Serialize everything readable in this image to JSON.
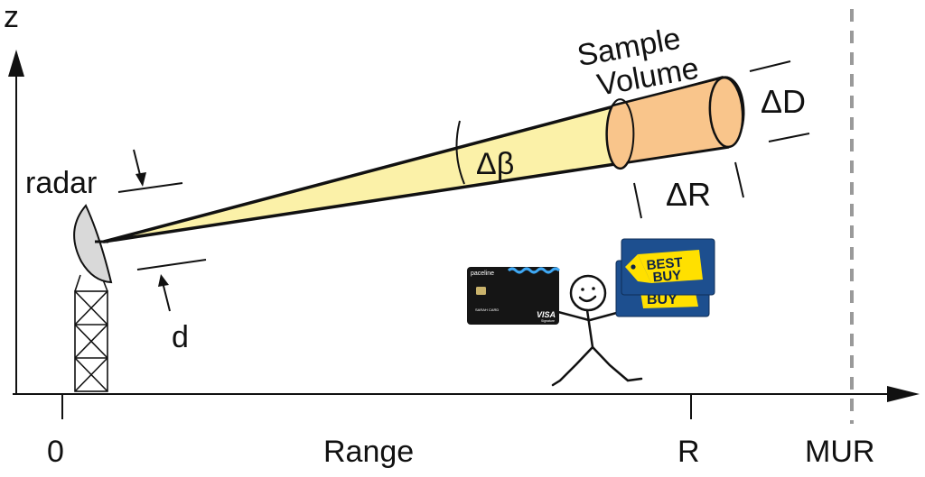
{
  "axes": {
    "z_label": "z",
    "origin_label": "0",
    "range_label": "Range",
    "r_label": "R",
    "mur_label": "MUR"
  },
  "labels": {
    "radar": "radar",
    "d": "d",
    "sample_volume_line1": "Sample",
    "sample_volume_line2": "Volume",
    "delta_beta": "Δβ",
    "delta_d": "ΔD",
    "delta_r": "ΔR"
  },
  "cards": {
    "credit_card_brand": "paceline",
    "credit_card_network": "VISA",
    "credit_card_name": "SARAH CARD",
    "credit_card_tier": "Signature",
    "gift_card_brand_line1": "BEST",
    "gift_card_brand_line2": "BUY",
    "gift_card_back_text": "BUY"
  },
  "colors": {
    "beam_fill": "#fbf1a8",
    "sample_volume_fill": "#f9c58b",
    "dish_fill": "#d9d9d9",
    "mur_line": "#9a9a9a",
    "bestbuy_blue": "#1d4f8f",
    "bestbuy_yellow": "#ffe000",
    "credit_card_bg": "#151515"
  },
  "icons": [
    "radar-dish-icon",
    "tower-icon",
    "stick-figure-icon",
    "credit-card-icon",
    "gift-card-icon"
  ]
}
